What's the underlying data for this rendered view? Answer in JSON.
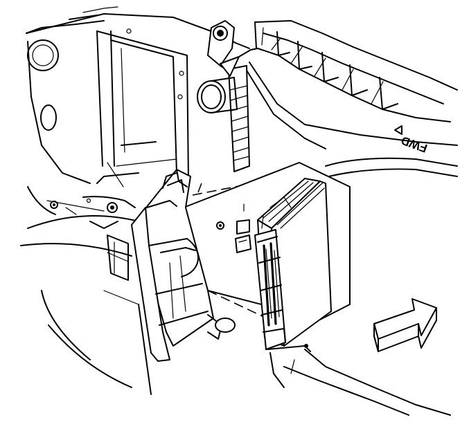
{
  "diagram": {
    "panel_label": "FWD",
    "parts": [
      {
        "name": "module-bracket"
      },
      {
        "name": "control-module"
      },
      {
        "name": "air-inlet-duct"
      },
      {
        "name": "fan-shroud"
      },
      {
        "name": "radiator-support"
      },
      {
        "name": "inner-fender"
      },
      {
        "name": "direction-arrow"
      }
    ],
    "colors": {
      "line": "#000000",
      "background": "#ffffff"
    }
  }
}
